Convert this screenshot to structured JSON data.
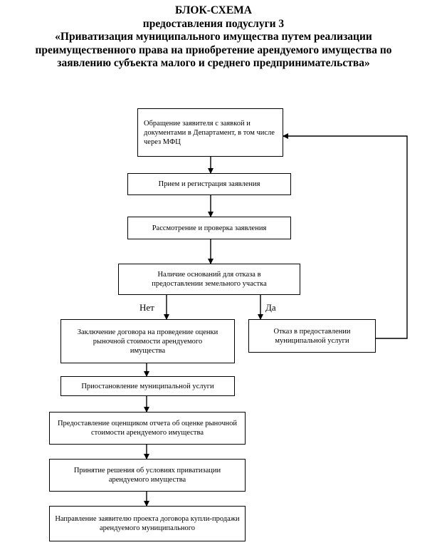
{
  "title": {
    "line1": "БЛОК-СХЕМА",
    "line2": "предоставления подуслуги 3",
    "line3": "«Приватизация муниципального имущества путем реализации",
    "line4": "преимущественного права на приобретение арендуемого имущества по",
    "line5": "заявлению субъекта малого и среднего предпринимательства»"
  },
  "nodes": {
    "application": "Обращение заявителя с заявкой и документами в Департамент, в том числе через МФЦ",
    "registration": "Прием и регистрация заявления",
    "review": "Рассмотрение и проверка заявления",
    "decision": "Наличие оснований для отказа в предоставлении земельного участка",
    "contract": "Заключение договора на проведение оценки рыночной стоимости арендуемого имущества",
    "refusal": "Отказ в предоставлении муниципальной услуги",
    "suspension": "Приостановление муниципальной услуги",
    "report": "Предоставление оценщиком отчета об оценке рыночной стоимости арендуемого имущества",
    "privatization": "Принятие решения об условиях приватизации арендуемого имущества",
    "direction": "Направление заявителю проекта договора купли-продажи арендуемого муниципального"
  },
  "labels": {
    "no": "Нет",
    "yes": "Да"
  }
}
